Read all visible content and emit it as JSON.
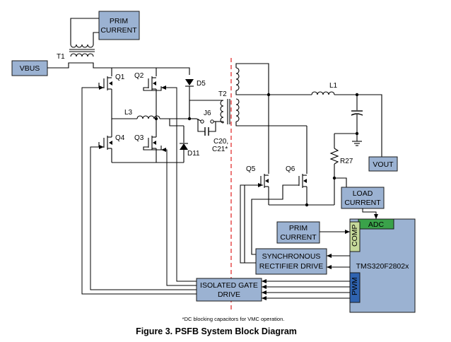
{
  "labels": {
    "prim_current_top": [
      "PRIM",
      "CURRENT"
    ],
    "vbus": "VBUS",
    "t1": "T1",
    "t2": "T2",
    "q1": "Q1",
    "q2": "Q2",
    "q3": "Q3",
    "q4": "Q4",
    "q5": "Q5",
    "q6": "Q6",
    "d5": "D5",
    "d11": "D11",
    "l1": "L1",
    "l3": "L3",
    "j6": "J6",
    "c20": "C20,",
    "c21": "C21*",
    "r27": "R27",
    "vout": "VOUT",
    "load_current": [
      "LOAD",
      "CURRENT"
    ],
    "prim_current_mid": [
      "PRIM",
      "CURRENT"
    ],
    "sync_rect": [
      "SYNCHRONOUS",
      "RECTIFIER DRIVE"
    ],
    "iso_gate": [
      "ISOLATED GATE",
      "DRIVE"
    ],
    "mcu": "TMS320F2802x",
    "adc": "ADC",
    "comp": "COMP",
    "pwm": "PWM"
  },
  "note": "*DC blocking capacitors for VMC operation.",
  "caption": "Figure 3. PSFB System Block Diagram",
  "colors": {
    "block_fill": "#9bb2d2",
    "adc_fill": "#3aa24a",
    "comp_fill": "#c6d99a",
    "pwm_fill": "#2f63b0",
    "isolation_line": "#e02020"
  }
}
